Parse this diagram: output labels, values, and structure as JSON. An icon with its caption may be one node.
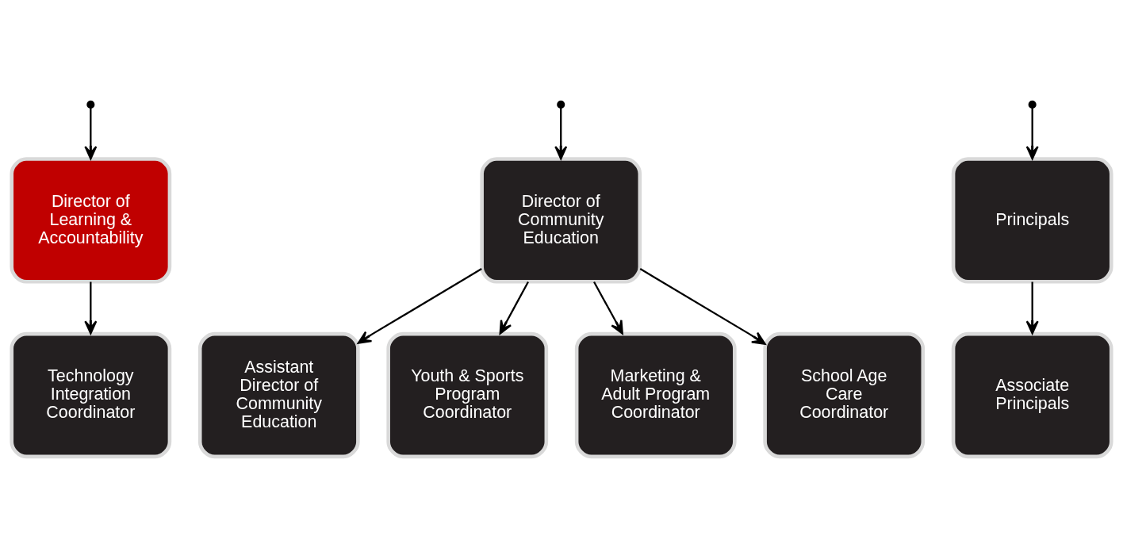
{
  "diagram": {
    "nodes": [
      {
        "text": [
          "Director of Learning & Accountability"
        ]
      },
      {
        "text": [
          "Technology Integration Coordinator"
        ]
      },
      {
        "text": [
          "Director of Community Education"
        ]
      },
      {
        "text": [
          "Assistant Director of Community Education"
        ]
      },
      {
        "text": [
          "Youth & Sports Program Coordinator"
        ]
      },
      {
        "text": [
          "Marketing & Adult Program Coordinator"
        ]
      },
      {
        "text": [
          "School Age Care Coordinator"
        ]
      },
      {
        "text": [
          "Principals"
        ]
      },
      {
        "text": [
          "Associate Principals"
        ]
      }
    ],
    "edges": [
      {
        "from": null,
        "to": 0,
        "arrow": "to"
      },
      {
        "from": null,
        "to": 2,
        "arrow": "to"
      },
      {
        "from": null,
        "to": 7,
        "arrow": "to"
      },
      {
        "from": 0,
        "to": 1,
        "arrow": "to"
      },
      {
        "from": 2,
        "to": 3,
        "arrow": "to"
      },
      {
        "from": 2,
        "to": 4,
        "arrow": "to"
      },
      {
        "from": 2,
        "to": 5,
        "arrow": "to"
      },
      {
        "from": 2,
        "to": 6,
        "arrow": "to"
      },
      {
        "from": 7,
        "to": 8,
        "arrow": "to"
      }
    ]
  }
}
